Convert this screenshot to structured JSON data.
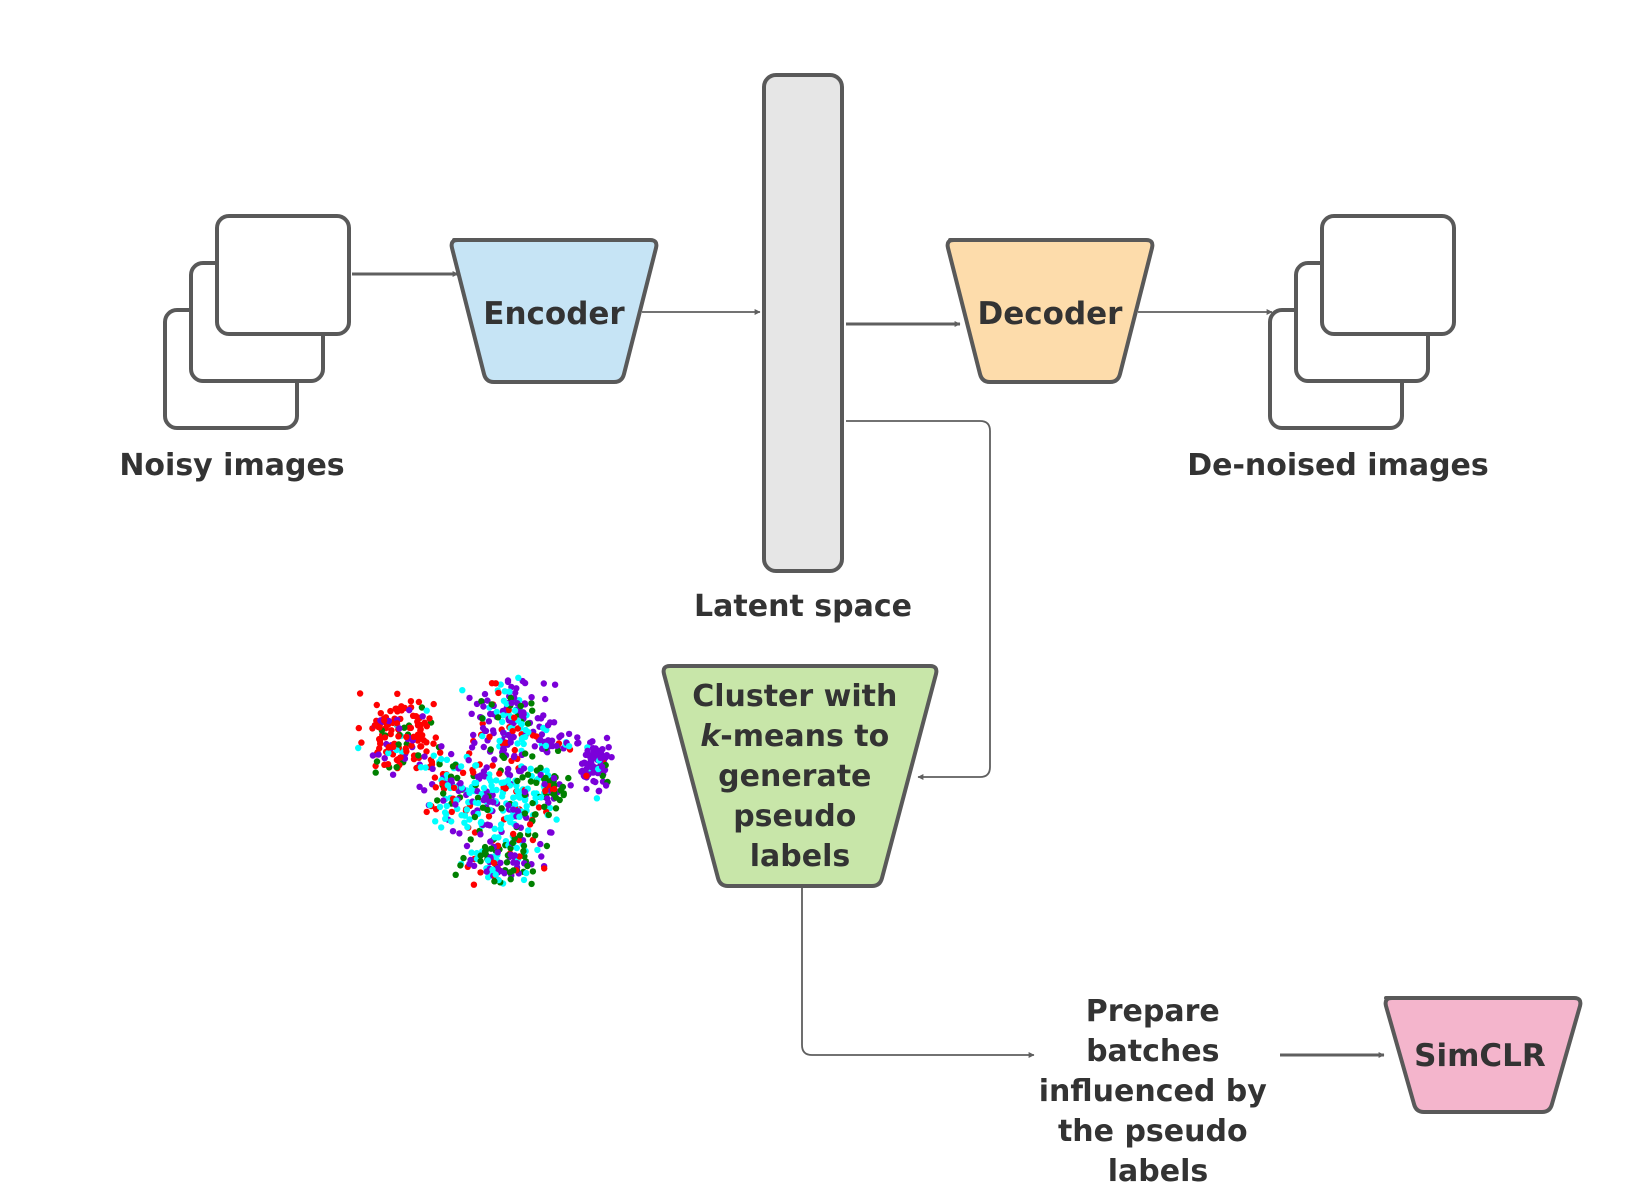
{
  "nodes": {
    "noisy_images": "Noisy images",
    "encoder": "Encoder",
    "latent_space": "Latent space",
    "decoder": "Decoder",
    "denoised_images": "De-noised images",
    "cluster": {
      "line1": "Cluster with",
      "line2_italic": "k",
      "line2_rest": "-means to",
      "line3": "generate",
      "line4": "pseudo",
      "line5": "labels"
    },
    "prepare_batches": [
      "Prepare",
      "batches",
      "influenced by",
      "the pseudo",
      "labels"
    ],
    "simclr": "SimCLR"
  },
  "colors": {
    "encoder_fill": "#c6e4f5",
    "decoder_fill": "#fddcab",
    "latent_fill": "#e6e6e6",
    "cluster_fill": "#c8e6a9",
    "simclr_fill": "#f4b5cc",
    "stroke": "#595959",
    "text": "#333333",
    "scatter_classes": [
      "#ff0000",
      "#00ffff",
      "#7a00d9",
      "#008000"
    ]
  },
  "icons": {
    "noisy_images": "image-stack-icon",
    "denoised_images": "image-stack-icon",
    "embedding_plot": "cluster-scatter-plot"
  }
}
